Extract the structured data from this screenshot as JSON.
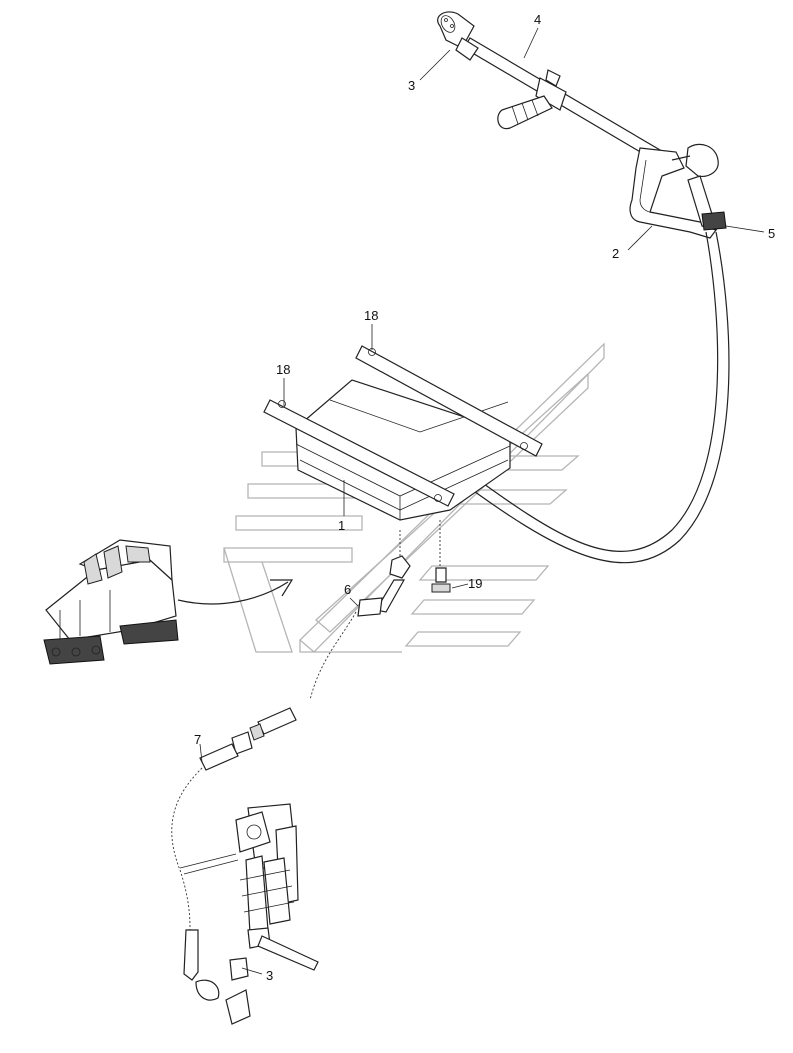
{
  "callouts": [
    {
      "id": "c3a",
      "text": "3"
    },
    {
      "id": "c4",
      "text": "4"
    },
    {
      "id": "c2",
      "text": "2"
    },
    {
      "id": "c5",
      "text": "5"
    },
    {
      "id": "c18a",
      "text": "18"
    },
    {
      "id": "c18b",
      "text": "18"
    },
    {
      "id": "c1",
      "text": "1"
    },
    {
      "id": "c6",
      "text": "6"
    },
    {
      "id": "c19",
      "text": "19"
    },
    {
      "id": "c7",
      "text": "7"
    },
    {
      "id": "c3b",
      "text": "3"
    }
  ]
}
